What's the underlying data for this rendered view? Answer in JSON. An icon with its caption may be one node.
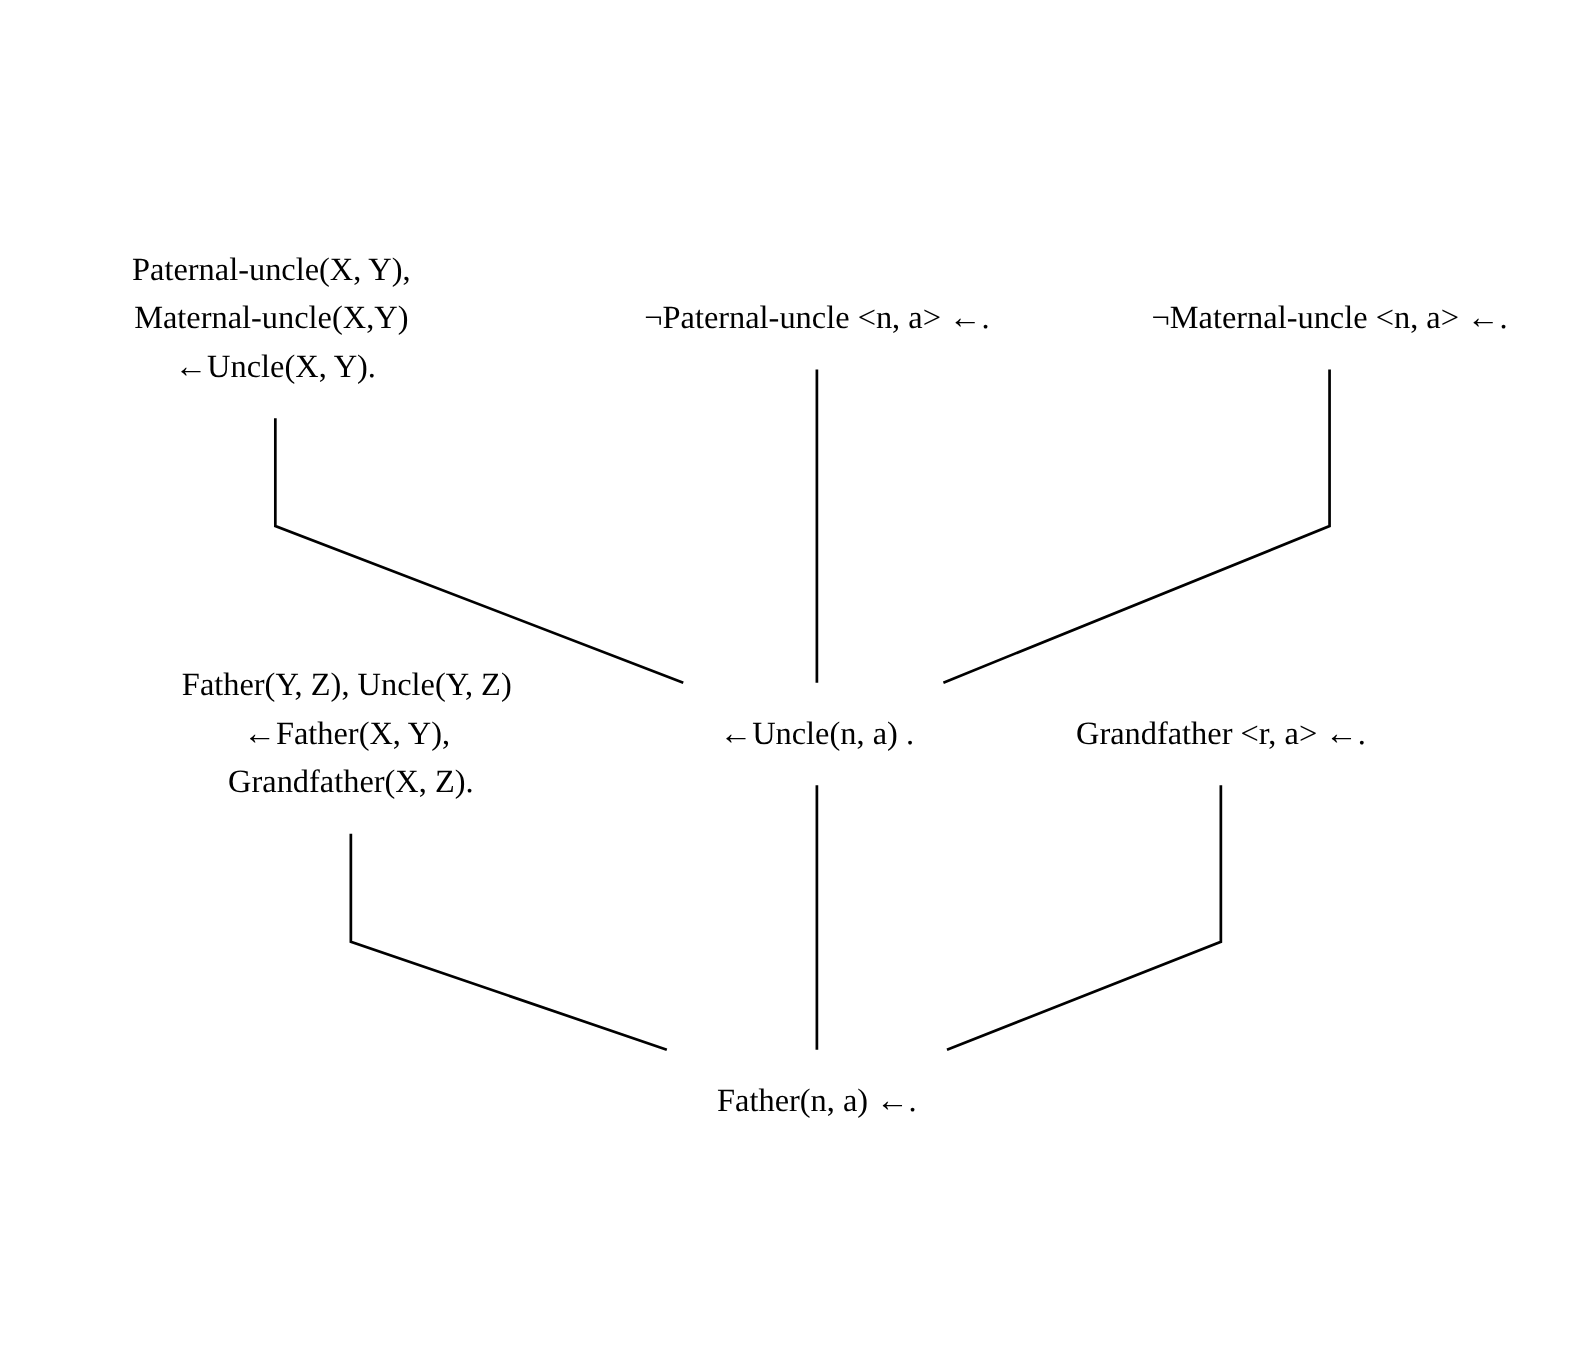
{
  "diagram": {
    "nodes": [
      {
        "text": [
          "Paternal-uncle(X, Y), Maternal-uncle(X,Y) ←Uncle(X, Y)."
        ]
      },
      {
        "text": [
          "¬Paternal-uncle <n, a> ←."
        ]
      },
      {
        "text": [
          "¬Maternal-uncle <n, a> ←."
        ]
      },
      {
        "text": [
          "Father(Y, Z), Uncle(Y, Z) ←Father(X, Y), Grandfather(X, Z)."
        ]
      },
      {
        "text": [
          "←Uncle(n, a) ."
        ]
      },
      {
        "text": [
          "Grandfather <r, a> ←."
        ]
      },
      {
        "text": [
          "Father(n, a) ←."
        ]
      }
    ],
    "edges": [
      {
        "from": 0,
        "to": 4,
        "arrow": "none"
      },
      {
        "from": 1,
        "to": 4,
        "arrow": "none"
      },
      {
        "from": 2,
        "to": 4,
        "arrow": "none"
      },
      {
        "from": 3,
        "to": 6,
        "arrow": "none"
      },
      {
        "from": 4,
        "to": 6,
        "arrow": "none"
      },
      {
        "from": 5,
        "to": 6,
        "arrow": "none"
      }
    ]
  }
}
